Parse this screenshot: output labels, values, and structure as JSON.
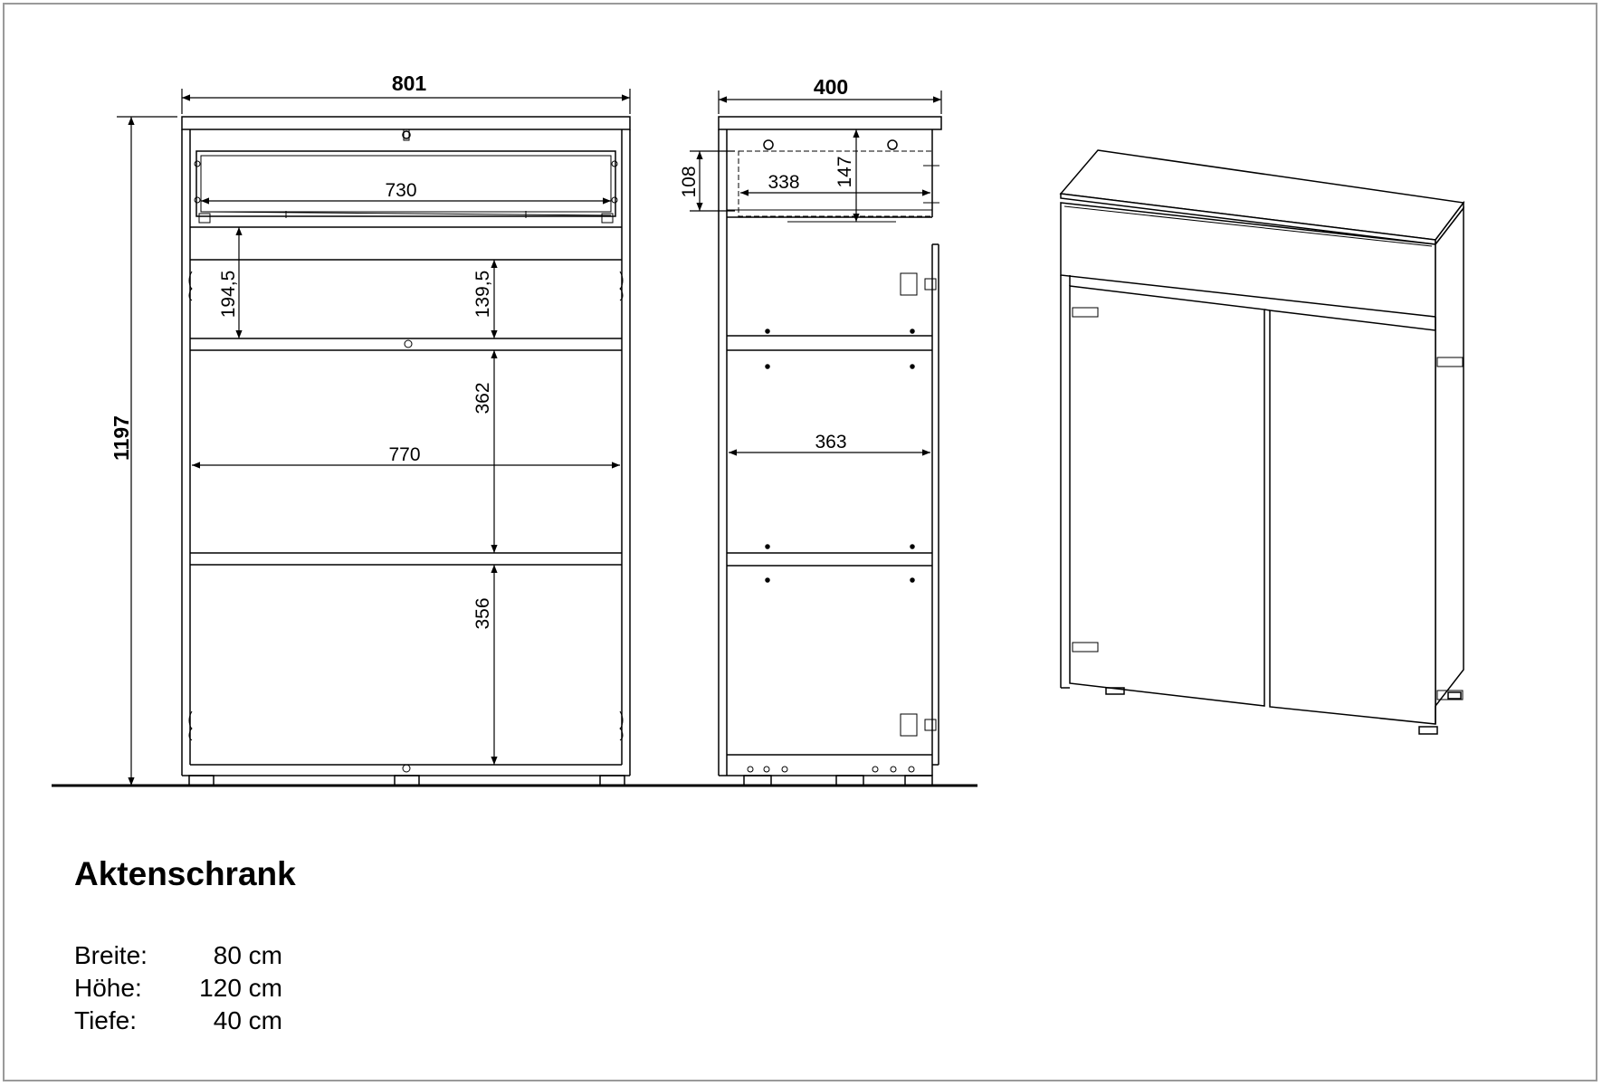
{
  "dimensions": {
    "front_width": "801",
    "side_depth": "400",
    "total_height": "1197",
    "drawer_inner_width": "730",
    "shelf_width": "770",
    "drawer_gap": "194,5",
    "upper_compartment": "139,5",
    "middle_compartment": "362",
    "lower_compartment": "356",
    "drawer_height": "108",
    "drawer_inner_height": "147",
    "drawer_depth": "338",
    "shelf_depth": "363"
  },
  "product": {
    "title": "Aktenschrank",
    "specs": [
      {
        "label": "Breite:",
        "value": "80 cm"
      },
      {
        "label": "Höhe:",
        "value": "120 cm"
      },
      {
        "label": "Tiefe:",
        "value": "40 cm"
      }
    ]
  }
}
